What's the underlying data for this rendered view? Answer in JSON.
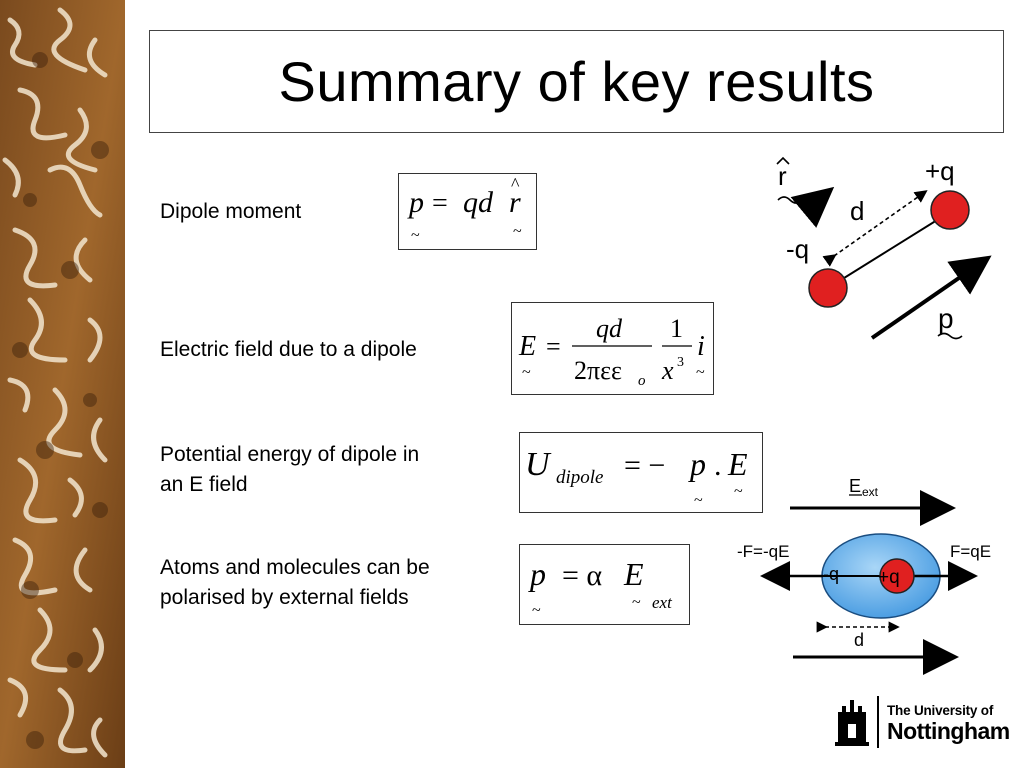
{
  "slide": {
    "title": "Summary of key results"
  },
  "rows": [
    {
      "label": "Dipole moment"
    },
    {
      "label": "Electric field due to a dipole"
    },
    {
      "label_line1": "Potential energy of dipole in",
      "label_line2": "an E field"
    },
    {
      "label_line1": "Atoms and molecules can be",
      "label_line2": "polarised by external fields"
    }
  ],
  "equations": {
    "dipole": {
      "lhs": "p",
      "eq": "=",
      "rhs": "qd",
      "vec": "r",
      "hat": "^",
      "tilde": "~"
    },
    "field": {
      "lhs": "E",
      "eq": "=",
      "num": "qd",
      "den": "2πεε",
      "sub": "o",
      "one": "1",
      "x": "x",
      "exp": "3",
      "i": "i",
      "tilde": "~"
    },
    "energy": {
      "U": "U",
      "sub": "dipole",
      "rhs": "= − p . E",
      "p": "p",
      "dot": ".",
      "E": "E",
      "tilde": "~"
    },
    "polar": {
      "lhs": "p",
      "rhs": "= α E",
      "sub": "ext",
      "tilde": "~"
    }
  },
  "diagram_dipole": {
    "unit_vector": "r",
    "plus": "+q",
    "minus": "-q",
    "distance": "d",
    "moment": "p",
    "charge_color": "#e02020"
  },
  "diagram_atom": {
    "field": "E",
    "field_sub": "ext",
    "force_left": "-F=-qE",
    "force_right": "F=qE",
    "minus": "-q",
    "plus": "+q",
    "distance": "d",
    "ellipse_color": "#4aa3e8",
    "charge_color": "#e02020"
  },
  "logo": {
    "line1": "The University of",
    "line2": "Nottingham"
  }
}
